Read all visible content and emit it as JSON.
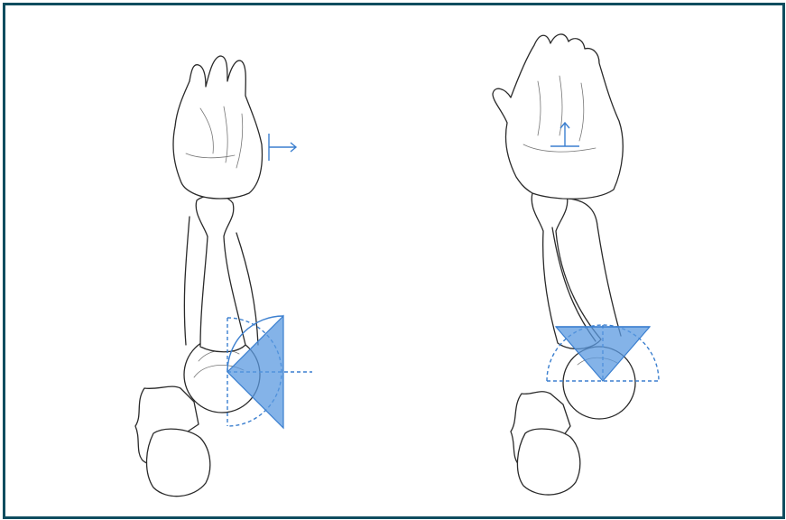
{
  "figure": {
    "panels": [
      {
        "id": "left",
        "view": "arm-lateral",
        "arrow_direction": "right"
      },
      {
        "id": "right",
        "view": "arm-frontal",
        "arrow_direction": "up"
      }
    ],
    "colors": {
      "frame": "#0f4d5f",
      "overlay": "#3b7fcf",
      "overlay_fill": "#5b9ae0",
      "sketch": "#2a2a2a"
    }
  }
}
